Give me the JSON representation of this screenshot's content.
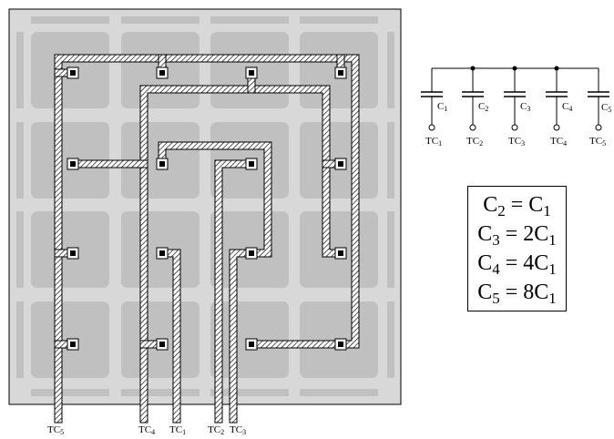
{
  "layout_terminals": [
    {
      "id": "tc5",
      "main": "TC",
      "sub": "5"
    },
    {
      "id": "tc4",
      "main": "TC",
      "sub": "4"
    },
    {
      "id": "tc1",
      "main": "TC",
      "sub": "1"
    },
    {
      "id": "tc2",
      "main": "TC",
      "sub": "2"
    },
    {
      "id": "tc3",
      "main": "TC",
      "sub": "3"
    }
  ],
  "schematic": {
    "capacitors": [
      {
        "id": "c1",
        "label_main": "C",
        "label_sub": "1",
        "terminal_main": "TC",
        "terminal_sub": "1"
      },
      {
        "id": "c2",
        "label_main": "C",
        "label_sub": "2",
        "terminal_main": "TC",
        "terminal_sub": "2"
      },
      {
        "id": "c3",
        "label_main": "C",
        "label_sub": "3",
        "terminal_main": "TC",
        "terminal_sub": "3"
      },
      {
        "id": "c4",
        "label_main": "C",
        "label_sub": "4",
        "terminal_main": "TC",
        "terminal_sub": "4"
      },
      {
        "id": "c5",
        "label_main": "C",
        "label_sub": "5",
        "terminal_main": "TC",
        "terminal_sub": "5"
      }
    ]
  },
  "equations": [
    {
      "lhs_main": "C",
      "lhs_sub": "2",
      "eq": " = ",
      "coef": "",
      "rhs_main": "C",
      "rhs_sub": "1"
    },
    {
      "lhs_main": "C",
      "lhs_sub": "3",
      "eq": " = ",
      "coef": "2",
      "rhs_main": "C",
      "rhs_sub": "1"
    },
    {
      "lhs_main": "C",
      "lhs_sub": "4",
      "eq": " = ",
      "coef": "4",
      "rhs_main": "C",
      "rhs_sub": "1"
    },
    {
      "lhs_main": "C",
      "lhs_sub": "5",
      "eq": " = ",
      "coef": "8",
      "rhs_main": "C",
      "rhs_sub": "1"
    }
  ],
  "colors": {
    "cell": "#c0c0c0",
    "frame": "#d8d8d8",
    "wire": "#ffffff",
    "ink": "#000000"
  }
}
